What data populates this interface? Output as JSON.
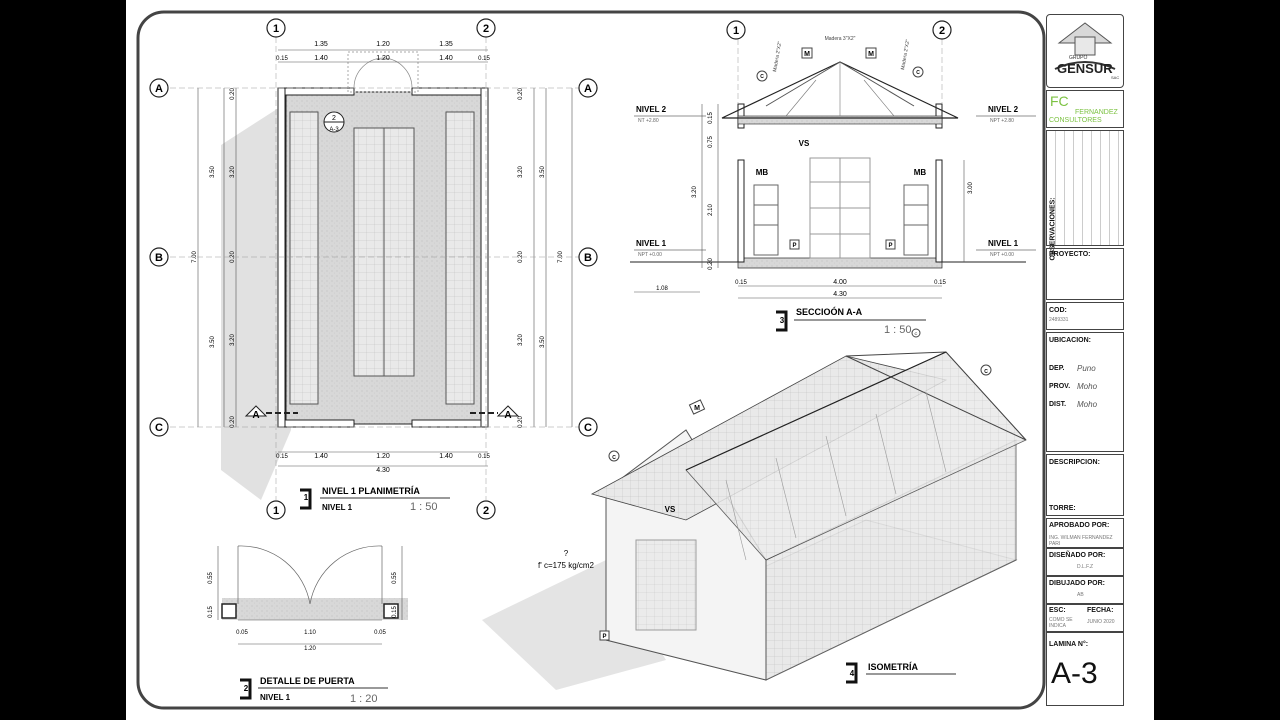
{
  "colors": {
    "background": "#000000",
    "sheet": "#ffffff",
    "frame": "#444444",
    "accent_green": "#7cc242",
    "linework": "#222222",
    "hatch": "#c8c8c8"
  },
  "axes": {
    "col1": "1",
    "col2": "2",
    "rowA": "A",
    "rowB": "B",
    "rowC": "C",
    "section_mark": "A"
  },
  "plan": {
    "dims_top": [
      "1.35",
      "1.20",
      "1.35"
    ],
    "dims_top2": [
      "0.15",
      "1.40",
      "1.20",
      "1.40",
      "0.15"
    ],
    "dims_bottom": [
      "0.15",
      "1.40",
      "1.20",
      "1.40",
      "0.15"
    ],
    "total_bottom": "4.30",
    "dims_left_a": [
      "0.20",
      "3.20",
      "0.20",
      "3.20",
      "0.20"
    ],
    "dims_left_b": [
      "3.50",
      "3.50"
    ],
    "total_left": "7.00",
    "detail_ref_num": "2",
    "detail_ref_sheet": "A-3",
    "title_num": "1",
    "title": "NIVEL 1 PLANIMETRÍA",
    "subtitle": "NIVEL 1",
    "scale": "1 : 50"
  },
  "section": {
    "level2": "NIVEL 2",
    "level2_npt": "NT +2.80",
    "level2_npt_right": "NPT +2.80",
    "level1": "NIVEL 1",
    "level1_npt": "NPT +0.00",
    "tags": {
      "madera_left": "Madera 2\"X2\"",
      "madera_mid": "Madera 3\"X2\"",
      "madera_right": "Madera 2\"X2\"",
      "m": "M",
      "c": "C",
      "vs": "VS",
      "mb": "MB",
      "p": "P"
    },
    "dims_left": [
      "0.15",
      "0.75",
      "3.20",
      "2.10",
      "0.20"
    ],
    "dim_right": "3.00",
    "dims_bottom": [
      "0.15",
      "4.00",
      "0.15"
    ],
    "total": "4.30",
    "left_ext": "1.08",
    "title_num": "3",
    "title": "SECCIOÓN A-A",
    "scale": "1 : 50"
  },
  "door": {
    "dims_left": [
      "0.55",
      "0.15"
    ],
    "dims_right": [
      "0.55",
      "0.15"
    ],
    "dims_bottom": [
      "0.05",
      "1.10",
      "0.05"
    ],
    "total": "1.20",
    "title_num": "2",
    "title": "DETALLE DE PUERTA",
    "subtitle": "NIVEL 1",
    "scale": "1 : 20"
  },
  "iso": {
    "note_q": "?",
    "note": "f' c=175 kg/cm2",
    "tag_m": "M",
    "tag_c": "C",
    "tag_vs": "VS",
    "tag_p": "P",
    "title_num": "4",
    "title": "ISOMETRÍA"
  },
  "titleblock": {
    "logo_top": "GRUPO",
    "logo_name": "GENSUR",
    "logo_sub": "SAC",
    "fc": "FC",
    "fc_name1": "FERNANDEZ",
    "fc_name2": "CONSULTORES",
    "observaciones": "OBSERVACIONES:",
    "proyecto": "PROYECTO:",
    "cod": "COD:",
    "cod_val": "2489331",
    "ubicacion": "UBICACION:",
    "dep": "DEP.",
    "dep_val": "Puno",
    "prov": "PROV.",
    "prov_val": "Moho",
    "dist": "DIST.",
    "dist_val": "Moho",
    "descripcion": "DESCRIPCION:",
    "torre": "TORRE:",
    "aprobado": "APROBADO POR:",
    "aprobado_val": "ING. WILMAN FERNANDEZ PARI",
    "disenado": "DISEÑADO POR:",
    "disenado_val": "D.L.F.Z",
    "dibujado": "DIBUJADO POR:",
    "dibujado_val": "AB",
    "esc": "ESC:",
    "esc_val1": "COMO SE",
    "esc_val2": "INDICA",
    "fecha": "FECHA:",
    "fecha_val": "JUNIO 2020",
    "lamina": "LAMINA N°:",
    "lamina_val": "A-3"
  }
}
